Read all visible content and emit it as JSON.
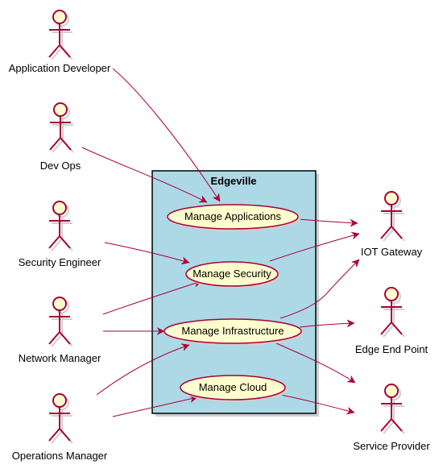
{
  "system": {
    "title": "Edgeville",
    "fill": "#ADD8E6",
    "border": "#000000"
  },
  "colors": {
    "line": "#A80036",
    "usecase_fill": "#FEFECE",
    "actor_fill": "#FEFECE"
  },
  "actors": {
    "application_developer": {
      "label": "Application Developer",
      "icon": "stick-figure-icon"
    },
    "dev_ops": {
      "label": "Dev Ops",
      "icon": "stick-figure-icon"
    },
    "security_engineer": {
      "label": "Security Engineer",
      "icon": "stick-figure-icon"
    },
    "network_manager": {
      "label": "Network Manager",
      "icon": "stick-figure-icon"
    },
    "operations_manager": {
      "label": "Operations Manager",
      "icon": "stick-figure-icon"
    },
    "iot_gateway": {
      "label": "IOT Gateway",
      "icon": "stick-figure-icon"
    },
    "edge_end_point": {
      "label": "Edge End Point",
      "icon": "stick-figure-icon"
    },
    "service_provider": {
      "label": "Service Provider",
      "icon": "stick-figure-icon"
    }
  },
  "usecases": {
    "manage_applications": {
      "label": "Manage Applications"
    },
    "manage_security": {
      "label": "Manage Security"
    },
    "manage_infrastructure": {
      "label": "Manage Infrastructure"
    },
    "manage_cloud": {
      "label": "Manage Cloud"
    }
  },
  "relations": [
    {
      "from": "application_developer",
      "to": "manage_applications"
    },
    {
      "from": "dev_ops",
      "to": "manage_applications"
    },
    {
      "from": "security_engineer",
      "to": "manage_security"
    },
    {
      "from": "network_manager",
      "to": "manage_security"
    },
    {
      "from": "network_manager",
      "to": "manage_infrastructure"
    },
    {
      "from": "operations_manager",
      "to": "manage_infrastructure"
    },
    {
      "from": "operations_manager",
      "to": "manage_cloud"
    },
    {
      "from": "manage_applications",
      "to": "iot_gateway"
    },
    {
      "from": "manage_security",
      "to": "iot_gateway"
    },
    {
      "from": "manage_infrastructure",
      "to": "iot_gateway"
    },
    {
      "from": "manage_infrastructure",
      "to": "edge_end_point"
    },
    {
      "from": "manage_infrastructure",
      "to": "service_provider"
    },
    {
      "from": "manage_cloud",
      "to": "service_provider"
    }
  ]
}
